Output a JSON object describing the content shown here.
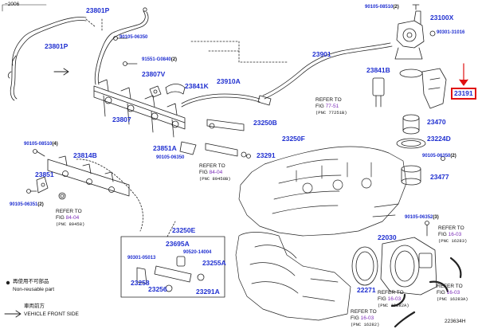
{
  "year_note": "−2006",
  "image_code": "223634H",
  "legend": {
    "bullet_jp": "再使用不可部品",
    "bullet_en": "Non-reusable part",
    "arrow_jp": "車両前方",
    "arrow_en": "VEHICLE FRONT SIDE"
  },
  "parts": {
    "p23801P_top": "23801P",
    "p23801P_left": "23801P",
    "p90105_06350_top": "90105-06350",
    "p91551_G0840": "91551-G0840",
    "qty2": "(2)",
    "p23807V": "23807V",
    "p23841K": "23841K",
    "p23910A": "23910A",
    "p23807": "23807",
    "p90105_08510_top": "90105-08510",
    "p90105_08510_top_qty": "(2)",
    "p23100X": "23100X",
    "p90301_31016": "90301-31016",
    "p23901": "23901",
    "p23841B": "23841B",
    "p23191": "23191",
    "p23470": "23470",
    "p23224D": "23224D",
    "p90105_06350_right": "90105-06350",
    "p90105_06350_right_qty": "(2)",
    "p23477": "23477",
    "p23250B": "23250B",
    "p23250F": "23250F",
    "p23851A": "23851A",
    "p90105_06350_mid": "90105-06350",
    "p23291_mid": "23291",
    "p90105_08510_left": "90105-08510",
    "p90105_08510_left_qty": "(4)",
    "p23814B": "23814B",
    "p23851": "23851",
    "p90105_06351": "90105-06351",
    "p90105_06351_qty": "(2)",
    "p23250E": "23250E",
    "p23695A": "23695A",
    "p90301_05013": "90301-05013",
    "p90520_14004": "90520-14004",
    "p23255A": "23255A",
    "p23258": "23258",
    "p23256": "23256",
    "p23291A": "23291A",
    "p90105_06352": "90105-06352",
    "p90105_06352_qty": "(3)",
    "p22030": "22030",
    "p22271": "22271"
  },
  "refs": [
    {
      "pre": "REFER TO",
      "fig_word": "FIG",
      "fig": "77-51",
      "pnc": "(PNC 77251B)"
    },
    {
      "pre": "REFER TO",
      "fig_word": "FIG",
      "fig": "84-04",
      "pnc": "(PNC 89458B)"
    },
    {
      "pre": "REFER TO",
      "fig_word": "FIG",
      "fig": "84-04",
      "pnc": "(PNC 89458)"
    },
    {
      "pre": "REFER TO",
      "fig_word": "FIG",
      "fig": "16-03",
      "pnc": "(PNC 16283)"
    },
    {
      "pre": "REFER TO",
      "fig_word": "FIG",
      "fig": "16-03",
      "pnc": "(PNC 16283A)"
    },
    {
      "pre": "REFER TO",
      "fig_word": "FIG",
      "fig": "16-03",
      "pnc": "(PNC 16282A)"
    },
    {
      "pre": "REFER TO",
      "fig_word": "FIG",
      "fig": "16-03",
      "pnc": "(PNC 16282)"
    }
  ],
  "colors": {
    "part_number": "#1f2fd0",
    "fig_ref": "#7b2ab8",
    "highlight": "#e01010",
    "line": "#222222"
  }
}
